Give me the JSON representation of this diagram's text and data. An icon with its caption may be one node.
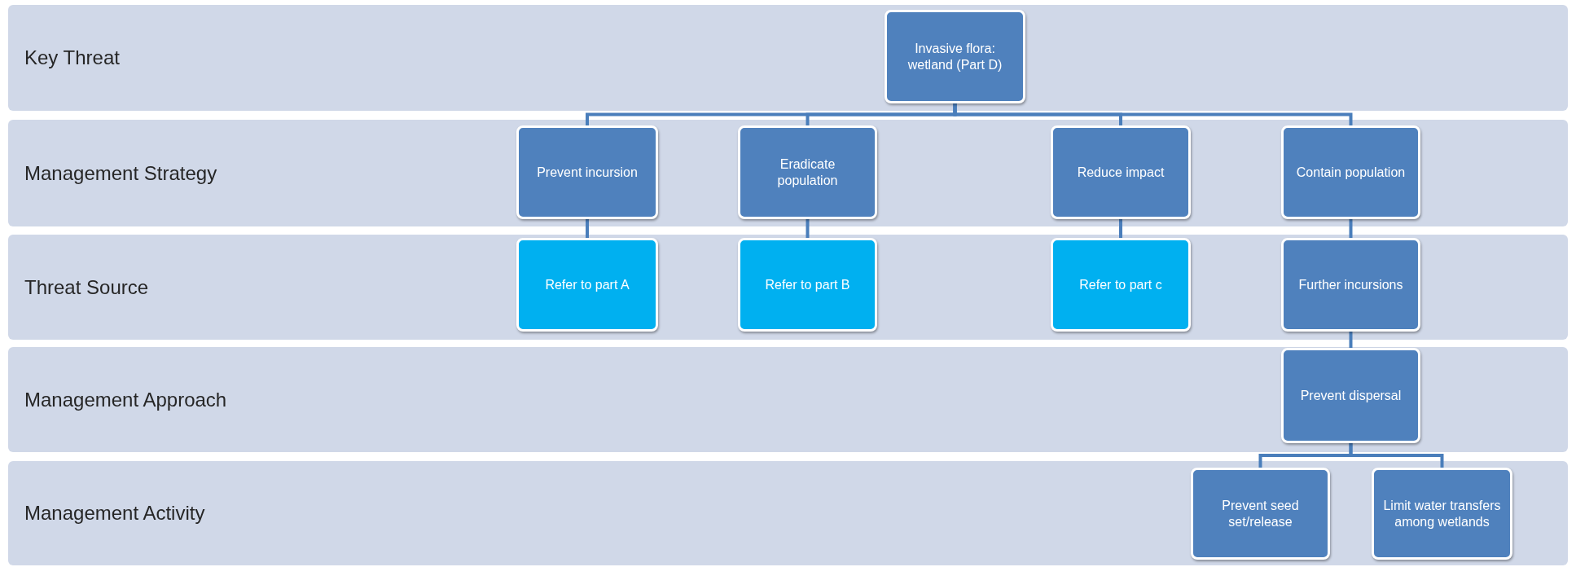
{
  "diagram": {
    "nodes": [
      {
        "text": [
          "Key Threat"
        ]
      },
      {
        "text": [
          "Invasive flora: wetland (Part D)"
        ],
        "in": 0
      },
      {
        "text": [
          "Management Strategy"
        ]
      },
      {
        "text": [
          "Prevent incursion"
        ],
        "in": 2
      },
      {
        "text": [
          "Eradicate population"
        ],
        "in": 2
      },
      {
        "text": [
          "Reduce impact"
        ],
        "in": 2
      },
      {
        "text": [
          "Contain population"
        ],
        "in": 2
      },
      {
        "text": [
          "Threat Source"
        ]
      },
      {
        "text": [
          "Refer to part A"
        ],
        "in": 7
      },
      {
        "text": [
          "Refer to part B"
        ],
        "in": 7
      },
      {
        "text": [
          "Refer to part c"
        ],
        "in": 7
      },
      {
        "text": [
          "Further incursions"
        ],
        "in": 7
      },
      {
        "text": [
          "Management Approach"
        ]
      },
      {
        "text": [
          "Prevent dispersal"
        ],
        "in": 12
      },
      {
        "text": [
          "Management Activity"
        ]
      },
      {
        "text": [
          "Prevent seed set/release"
        ],
        "in": 14
      },
      {
        "text": [
          "Limit water transfers among wetlands"
        ],
        "in": 14
      }
    ],
    "edges": [
      {
        "from": 1,
        "to": 3,
        "arrow": "none"
      },
      {
        "from": 1,
        "to": 4,
        "arrow": "none"
      },
      {
        "from": 1,
        "to": 5,
        "arrow": "none"
      },
      {
        "from": 1,
        "to": 6,
        "arrow": "none"
      },
      {
        "from": 3,
        "to": 8,
        "arrow": "none"
      },
      {
        "from": 4,
        "to": 9,
        "arrow": "none"
      },
      {
        "from": 5,
        "to": 10,
        "arrow": "none"
      },
      {
        "from": 6,
        "to": 11,
        "arrow": "none"
      },
      {
        "from": 11,
        "to": 13,
        "arrow": "none"
      },
      {
        "from": 13,
        "to": 15,
        "arrow": "none"
      },
      {
        "from": 13,
        "to": 16,
        "arrow": "none"
      }
    ]
  }
}
